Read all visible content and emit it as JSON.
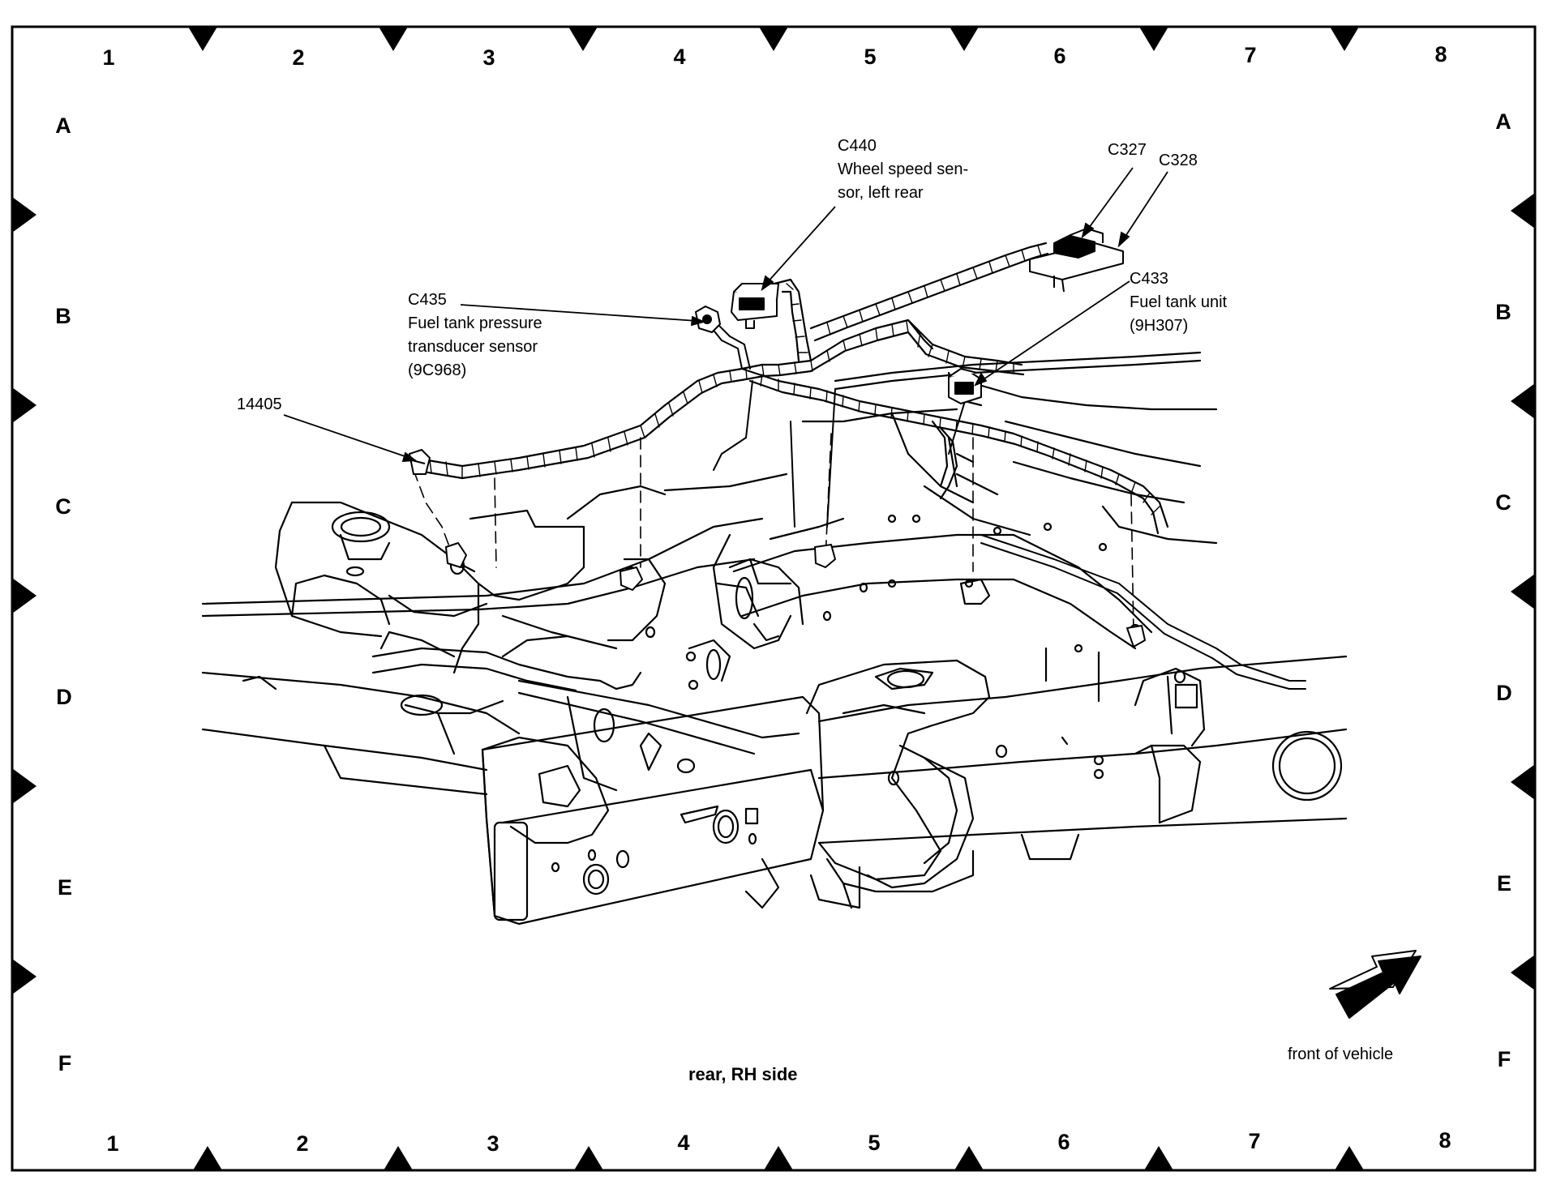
{
  "grid": {
    "columns": [
      "1",
      "2",
      "3",
      "4",
      "5",
      "6",
      "7",
      "8"
    ],
    "rows": [
      "A",
      "B",
      "C",
      "D",
      "E",
      "F"
    ]
  },
  "callouts": [
    {
      "id": "c440",
      "lines": [
        "C440",
        "Wheel speed sen-",
        "sor, left rear"
      ]
    },
    {
      "id": "c327",
      "lines": [
        "C327"
      ]
    },
    {
      "id": "c328",
      "lines": [
        "C328"
      ]
    },
    {
      "id": "c435",
      "lines": [
        "C435",
        "Fuel tank pressure",
        "transducer sensor",
        "(9C968)"
      ]
    },
    {
      "id": "c433",
      "lines": [
        "C433",
        "Fuel tank unit",
        "(9H307)"
      ]
    },
    {
      "id": "p14405",
      "lines": [
        "14405"
      ]
    }
  ],
  "caption": "rear, RH side",
  "direction_note": "front of vehicle"
}
